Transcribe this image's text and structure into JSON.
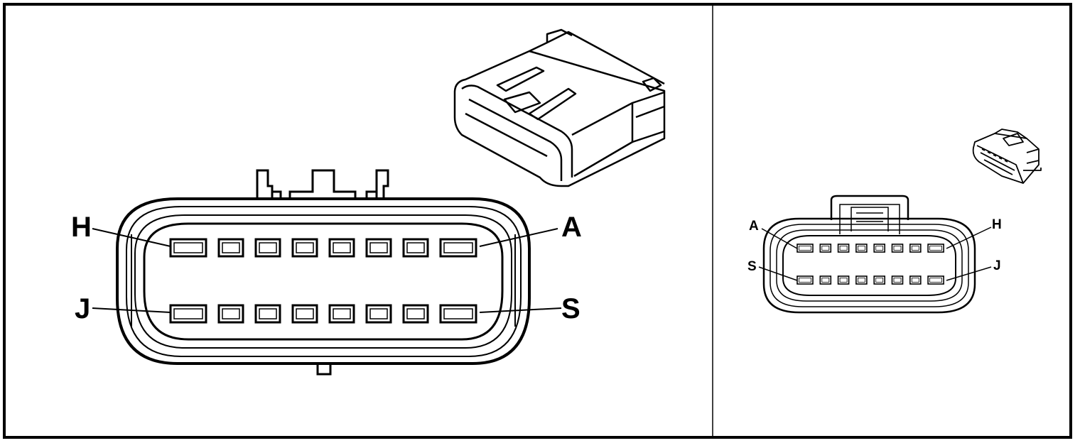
{
  "diagram": {
    "left_view": {
      "labels": {
        "top_left": "H",
        "top_right": "A",
        "bottom_left": "J",
        "bottom_right": "S"
      },
      "cavities_per_row": 8
    },
    "right_view": {
      "labels": {
        "top_left": "A",
        "top_right": "H",
        "bottom_left": "S",
        "bottom_right": "J"
      },
      "cavities_per_row": 8
    },
    "colors": {
      "line": "#000000",
      "background": "#ffffff"
    }
  }
}
